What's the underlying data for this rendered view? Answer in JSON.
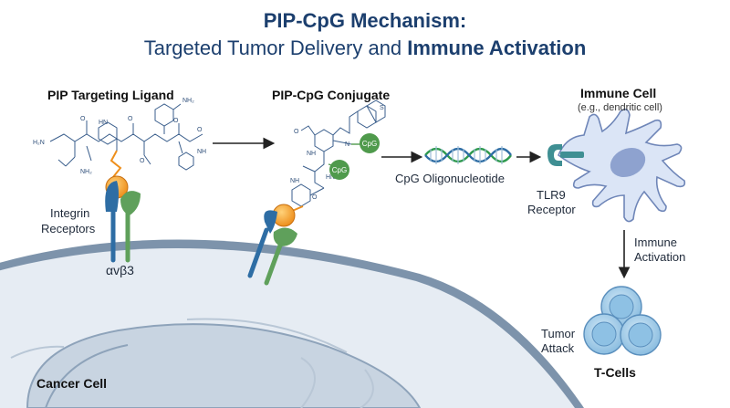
{
  "title": {
    "line1": "PIP-CpG Mechanism:",
    "line2_prefix": "Targeted Tumor Delivery and ",
    "line2_bold": "Immune Activation"
  },
  "panels": {
    "ligand": "PIP Targeting Ligand",
    "conjugate": "PIP-CpG Conjugate",
    "immune_cell": "Immune Cell",
    "immune_cell_sub": "(e.g., dendritic cell)"
  },
  "labels": {
    "integrin_line1": "Integrin",
    "integrin_line2": "Receptors",
    "integrin_type": "αvβ3",
    "cpg_oligo": "CpG Oligonucleotide",
    "tlr9_line1": "TLR9",
    "tlr9_line2": "Receptor",
    "immune_activation_line1": "Immune",
    "immune_activation_line2": "Activation",
    "tumor_attack_line1": "Tumor",
    "tumor_attack_line2": "Attack",
    "tcells": "T-Cells",
    "cancer_cell": "Cancer Cell",
    "cpg_bead": "CpG"
  },
  "chem_labels": {
    "h2n": "H₂N",
    "nh2": "NH₂",
    "o": "O",
    "nh": "NH",
    "hn": "HN",
    "n": "N",
    "s": "S"
  },
  "colors": {
    "title": "#1c3f6e",
    "integrin_blue": "#2e6da4",
    "integrin_green": "#5fa05b",
    "ligand_orange": "#f39c2f",
    "cpg_green": "#4f9a4c",
    "tlr9_teal": "#3f8f93",
    "immune_cell_fill": "#dbe5f6",
    "tcell_fill": "#a9cde6",
    "cell_fill": "#e3eaf2"
  }
}
